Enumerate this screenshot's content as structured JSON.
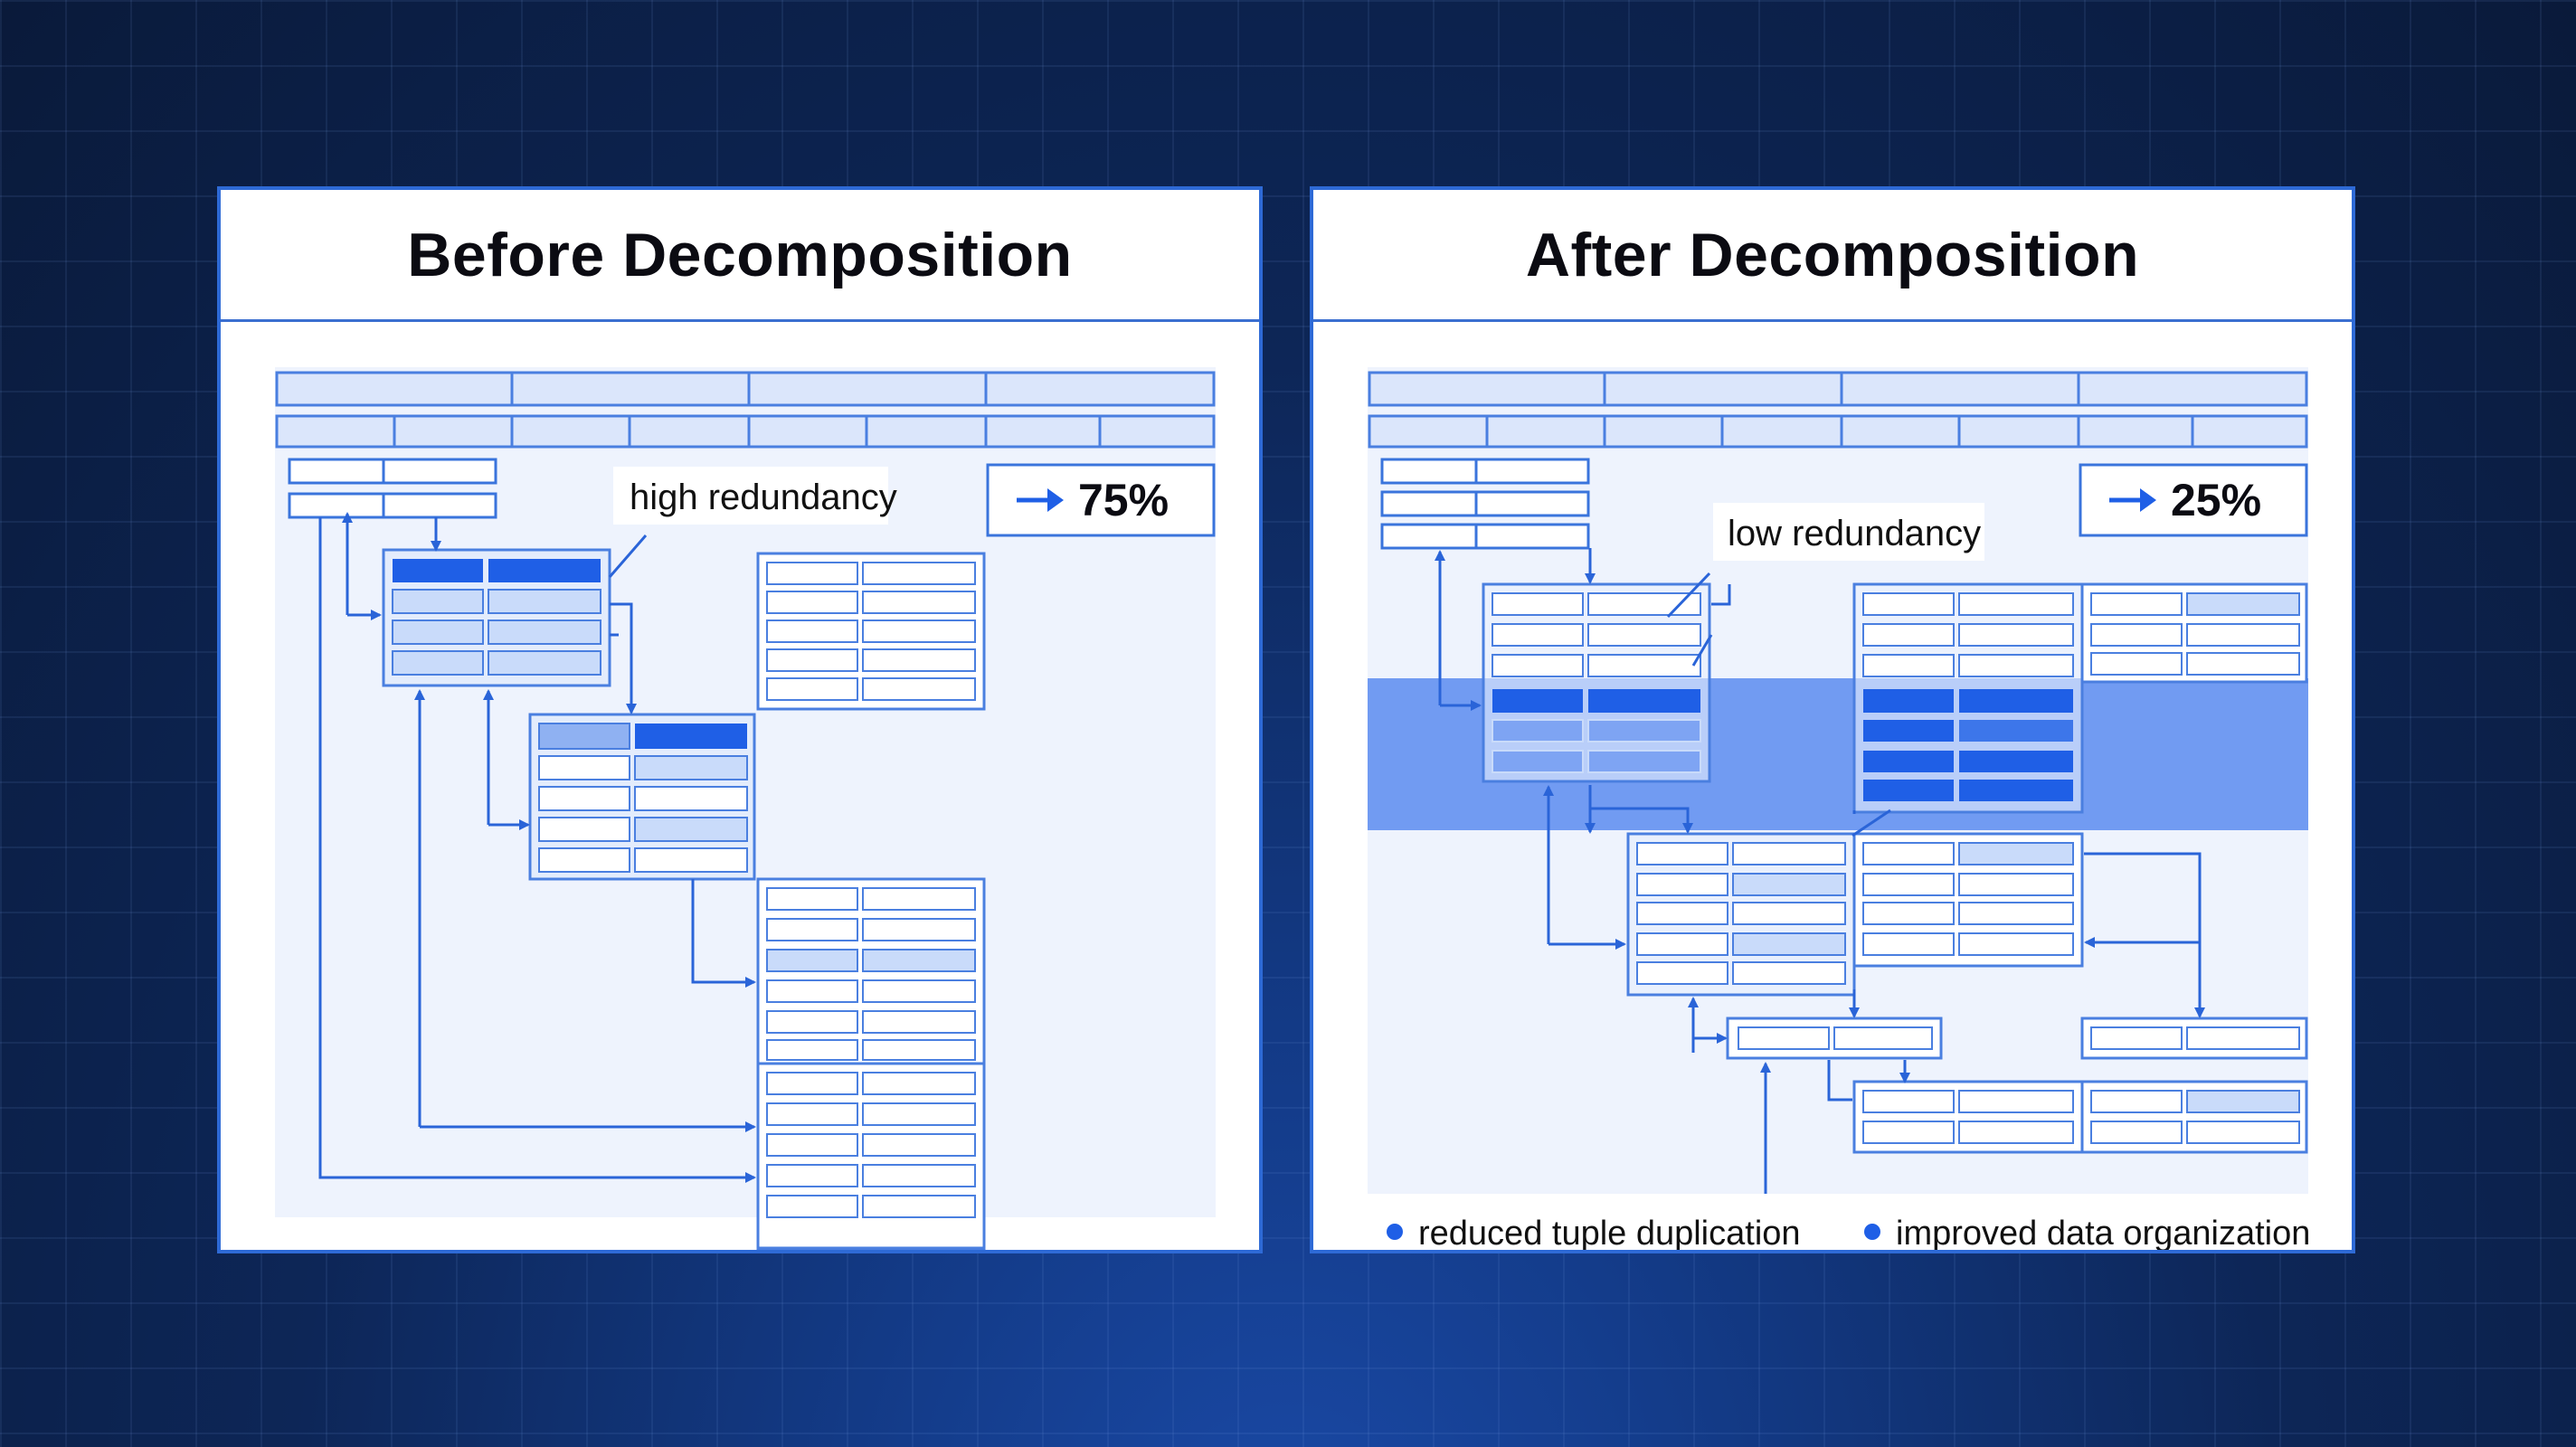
{
  "panels": {
    "before": {
      "title": "Before Decomposition",
      "annotation": "high redundancy",
      "metric": "75%",
      "metric_icon": "arrow-right-icon"
    },
    "after": {
      "title": "After Decomposition",
      "annotation": "low redundancy",
      "metric": "25%",
      "metric_icon": "arrow-right-icon",
      "legend": [
        "reduced tuple duplication",
        "improved data organization"
      ]
    }
  },
  "colors": {
    "accent": "#1f5fe6",
    "highlight_band": "#5a8bf0",
    "cell_tint": "#c9dbfa",
    "line": "#2a64d8"
  }
}
